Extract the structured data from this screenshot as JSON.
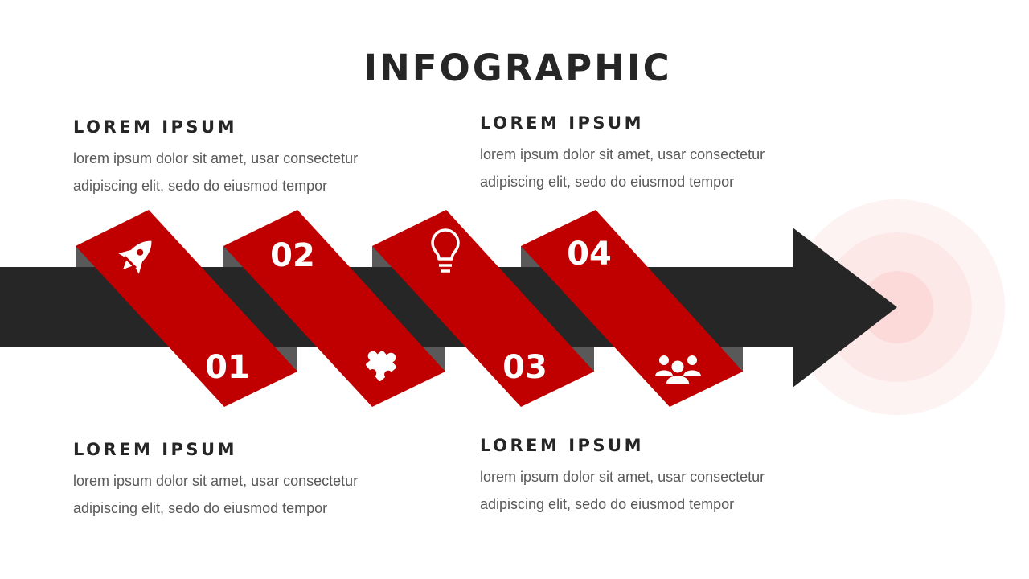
{
  "title": "INFOGRAPHIC",
  "colors": {
    "accent": "#c00000",
    "arrow": "#262626",
    "shadow": "#595959",
    "ring": "#fce4e4",
    "text": "#595959"
  },
  "blocks": [
    {
      "heading": "LOREM IPSUM",
      "line1": "lorem ipsum dolor sit amet, usar consectetur",
      "line2": "adipiscing elit, sedo do eiusmod tempor"
    },
    {
      "heading": "LOREM IPSUM",
      "line1": "lorem ipsum dolor sit amet, usar consectetur",
      "line2": "adipiscing elit, sedo do eiusmod tempor"
    },
    {
      "heading": "LOREM IPSUM",
      "line1": "lorem ipsum dolor sit amet, usar consectetur",
      "line2": "adipiscing elit, sedo do eiusmod tempor"
    },
    {
      "heading": "LOREM IPSUM",
      "line1": "lorem ipsum dolor sit amet, usar consectetur",
      "line2": "adipiscing elit, sedo do eiusmod tempor"
    }
  ],
  "steps": [
    {
      "number": "01",
      "icon": "rocket-icon"
    },
    {
      "number": "02",
      "icon": "puzzle-icon"
    },
    {
      "number": "03",
      "icon": "lightbulb-icon"
    },
    {
      "number": "04",
      "icon": "team-icon"
    }
  ]
}
